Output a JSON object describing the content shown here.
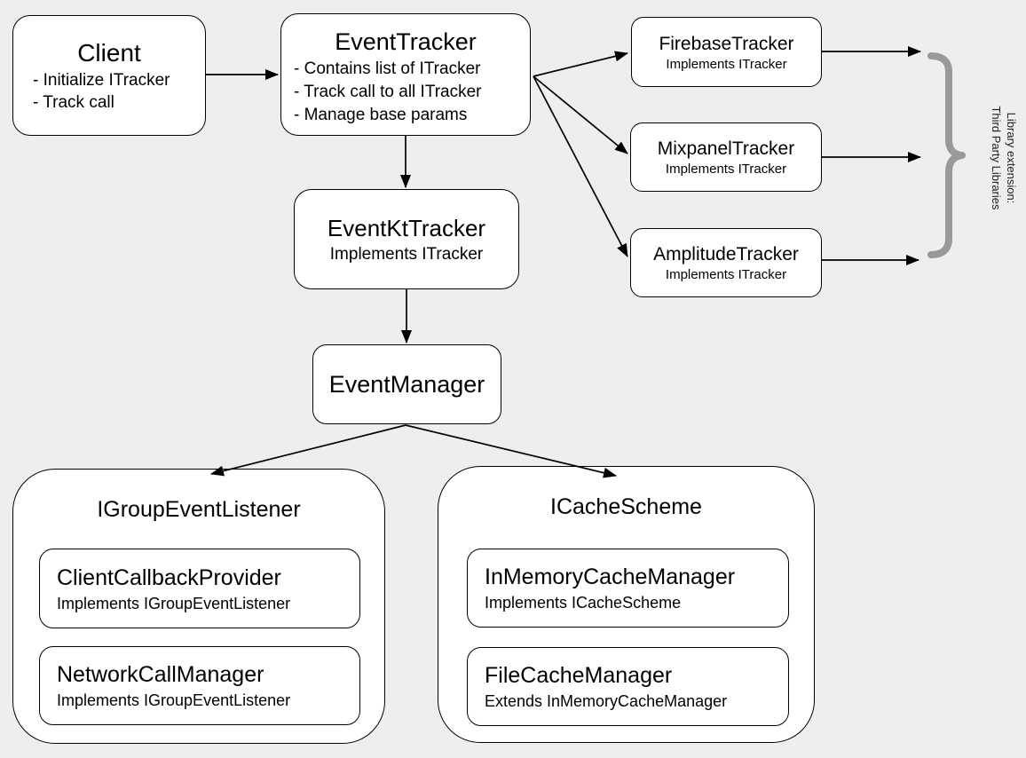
{
  "colors": {
    "background": "#eeeeee",
    "node_fill": "#ffffff",
    "node_border": "#000000",
    "brace": "#999999",
    "text": "#000000"
  },
  "nodes": {
    "client": {
      "title": "Client",
      "lines": [
        "- Initialize ITracker",
        "- Track call"
      ]
    },
    "event_tracker": {
      "title": "EventTracker",
      "lines": [
        "- Contains list of ITracker",
        "- Track call to all ITracker",
        "- Manage base params"
      ]
    },
    "firebase_tracker": {
      "title": "FirebaseTracker",
      "subtitle": "Implements ITracker"
    },
    "mixpanel_tracker": {
      "title": "MixpanelTracker",
      "subtitle": "Implements ITracker"
    },
    "amplitude_tracker": {
      "title": "AmplitudeTracker",
      "subtitle": "Implements ITracker"
    },
    "event_kt_tracker": {
      "title": "EventKtTracker",
      "subtitle": "Implements ITracker"
    },
    "event_manager": {
      "title": "EventManager"
    },
    "group_event_listener": {
      "title": "IGroupEventListener",
      "client_callback_provider": {
        "title": "ClientCallbackProvider",
        "subtitle": "Implements IGroupEventListener"
      },
      "network_call_manager": {
        "title": "NetworkCallManager",
        "subtitle": "Implements IGroupEventListener"
      }
    },
    "cache_scheme": {
      "title": "ICacheScheme",
      "in_memory_cache_manager": {
        "title": "InMemoryCacheManager",
        "subtitle": "Implements ICacheScheme"
      },
      "file_cache_manager": {
        "title": "FileCacheManager",
        "subtitle": "Extends InMemoryCacheManager"
      }
    }
  },
  "annotation": {
    "line1": "Library extension:",
    "line2": "Third Party Libraries"
  }
}
